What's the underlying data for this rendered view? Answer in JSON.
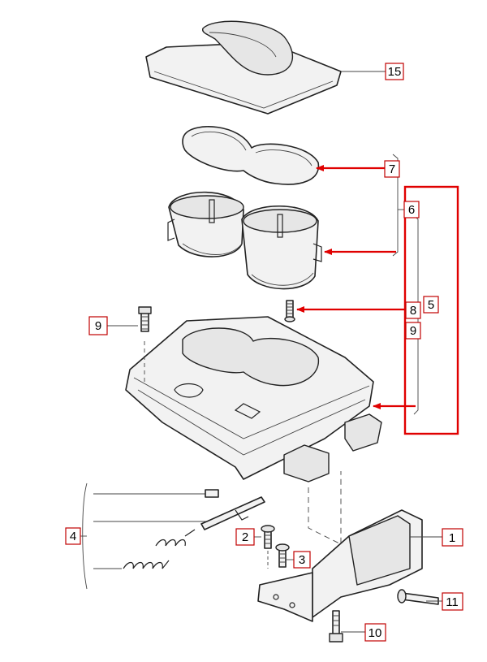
{
  "callouts": {
    "c1": "1",
    "c2": "2",
    "c3": "3",
    "c4": "4",
    "c5": "5",
    "c6": "6",
    "c7": "7",
    "c8": "8",
    "c9a": "9",
    "c9b": "9",
    "c10": "10",
    "c11": "11",
    "c15": "15"
  },
  "colors": {
    "highlight": "#e00000",
    "ink": "#222222"
  }
}
